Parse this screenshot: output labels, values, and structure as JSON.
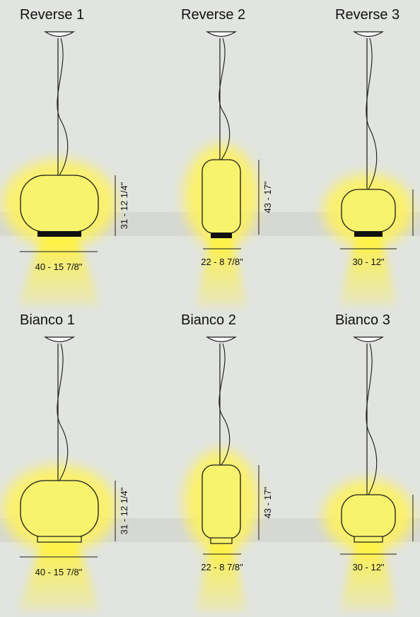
{
  "lamps": [
    {
      "name": "Reverse 1",
      "variant": "reverse",
      "shape": "wide",
      "width_label": "40 - 15 7/8\"",
      "height_label": "31 - 12 1/4\""
    },
    {
      "name": "Reverse 2",
      "variant": "reverse",
      "shape": "tall",
      "width_label": "22 - 8 7/8\"",
      "height_label": "43 - 17\""
    },
    {
      "name": "Reverse 3",
      "variant": "reverse",
      "shape": "small",
      "width_label": "30 - 12\"",
      "height_label": ""
    },
    {
      "name": "Bianco 1",
      "variant": "bianco",
      "shape": "wide",
      "width_label": "40 - 15 7/8\"",
      "height_label": "31 - 12 1/4\""
    },
    {
      "name": "Bianco 2",
      "variant": "bianco",
      "shape": "tall",
      "width_label": "22 - 8 7/8\"",
      "height_label": "43 - 17\""
    },
    {
      "name": "Bianco 3",
      "variant": "bianco",
      "shape": "small",
      "width_label": "30 - 12\"",
      "height_label": ""
    }
  ],
  "colors": {
    "background": "#e1e4e0",
    "glow": "#fff04a",
    "shade_fill": "#f7f26a",
    "line": "#1a1a1a",
    "band": "#d5d7d3"
  }
}
